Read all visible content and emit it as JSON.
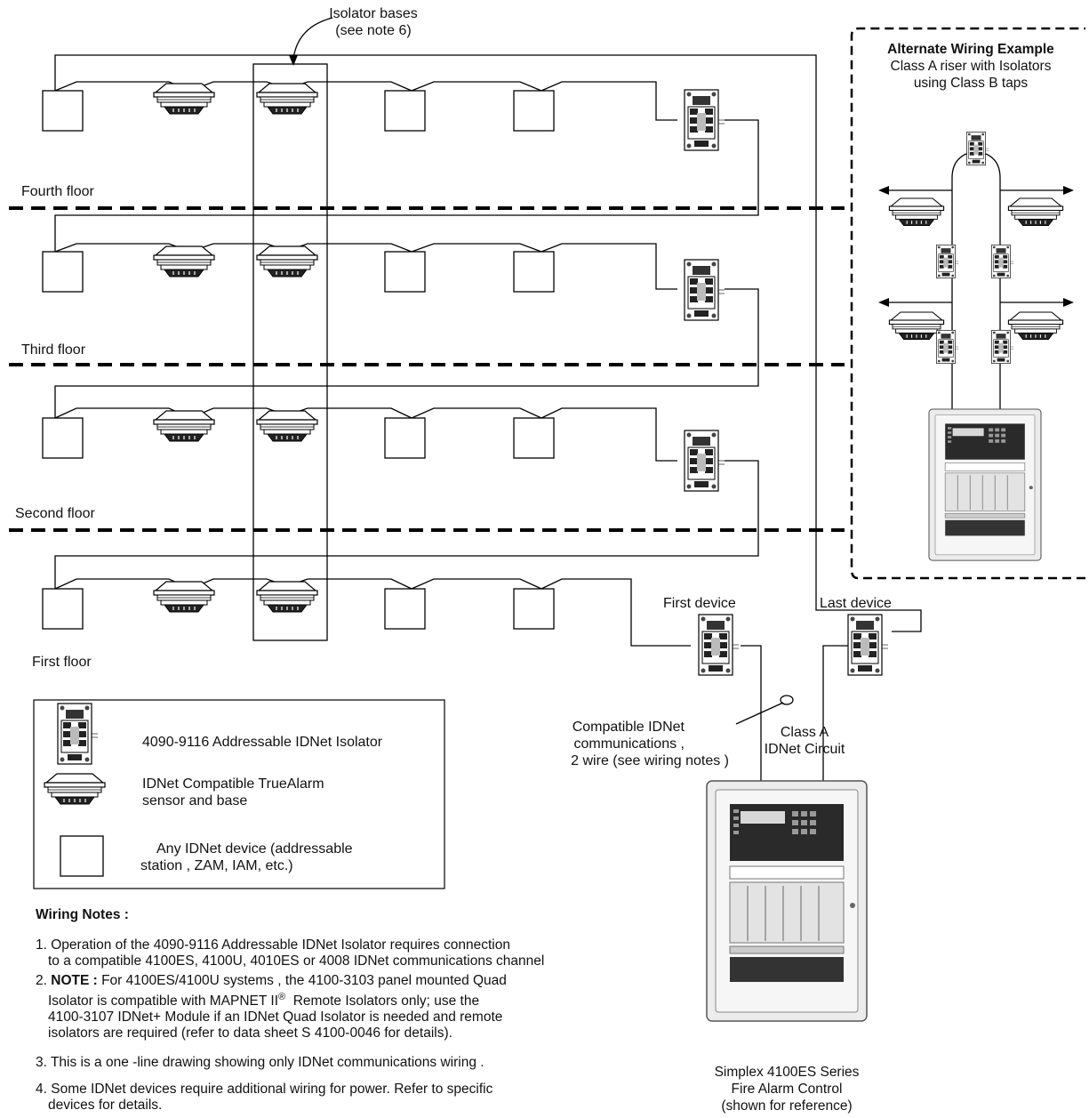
{
  "callouts": {
    "isolator_bases": [
      "Isolator bases",
      "(see note  6)"
    ],
    "first_device": "First device",
    "last_device": "Last device",
    "comm_wiring": [
      "Compatible IDNet",
      "communications ,",
      "2 wire (see wiring notes )"
    ],
    "class_a": [
      "Class A",
      "IDNet Circuit"
    ],
    "panel_caption": [
      "Simplex  4100ES Series",
      "Fire Alarm Control",
      "(shown for reference)"
    ]
  },
  "floors": [
    "Fourth floor",
    "Third floor",
    "Second floor",
    "First floor"
  ],
  "alternate": {
    "title": "Alternate Wiring Example",
    "subtitle": [
      "Class A riser with Isolators",
      "using Class B taps"
    ]
  },
  "legend": {
    "isolator": "4090-9116  Addressable IDNet Isolator",
    "sensor": [
      "IDNet Compatible TrueAlarm",
      "sensor and base"
    ],
    "device": [
      "Any IDNet device  (addressable",
      "station , ZAM, IAM, etc.)"
    ]
  },
  "notes": {
    "heading": "Wiring Notes :",
    "items": [
      {
        "num": "1.",
        "lines": [
          "Operation of the  4090-9116 Addressable IDNet Isolator requires connection",
          "to a compatible 4100ES, 4100U, 4010ES or 4008 IDNet communications channel"
        ]
      },
      {
        "num": "2.",
        "bold": "NOTE :",
        "lines": [
          "For 4100ES/4100U systems , the 4100-3103 panel mounted Quad",
          "Isolator is compatible with MAPNET II",
          "Remote Isolators only;  use the",
          "4100-3107 IDNet+ Module if an IDNet Quad Isolator is needed and remote",
          "isolators are required  (refer to data sheet S 4100-0046 for details)."
        ],
        "sup": "®"
      },
      {
        "num": "3.",
        "lines": [
          "This is a one -line drawing showing only IDNet communications wiring   ."
        ]
      },
      {
        "num": "4.",
        "lines": [
          "Some IDNet devices require additional wiring for power. Refer to specific",
          "devices for details."
        ]
      }
    ]
  },
  "colors": {
    "line": "#000000",
    "panel_fill": "#e8e8e8",
    "display": "#2a2a2a"
  }
}
